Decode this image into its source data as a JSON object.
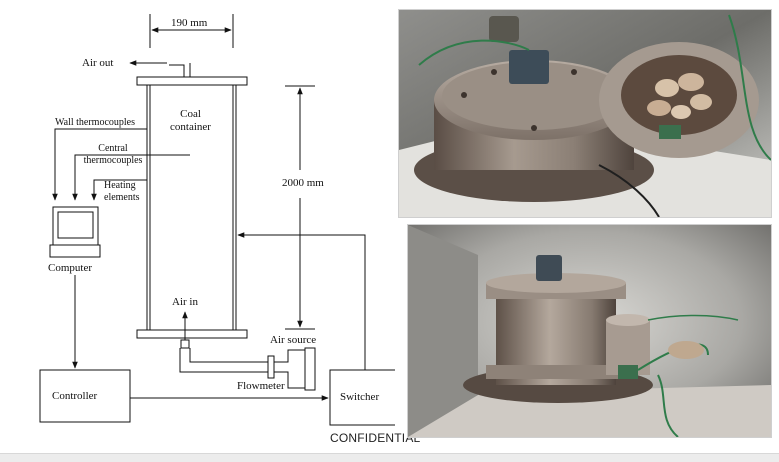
{
  "diagram": {
    "width_label": "190 mm",
    "height_label": "2000 mm",
    "air_out": "Air out",
    "coal_container": "Coal\ncontainer",
    "wall_thermocouples": "Wall thermocouples",
    "central_thermocouples": "Central\nthermocouples",
    "heating_elements": "Heating\nelements",
    "computer": "Computer",
    "air_in": "Air in",
    "air_source": "Air source",
    "flowmeter": "Flowmeter",
    "controller": "Controller",
    "switcher": "Switcher"
  },
  "watermark": "CONFIDENTIAL",
  "photos": {
    "top": {
      "icon": "apparatus-photo-open-lid"
    },
    "bottom": {
      "icon": "apparatus-photo-in-oven"
    }
  }
}
